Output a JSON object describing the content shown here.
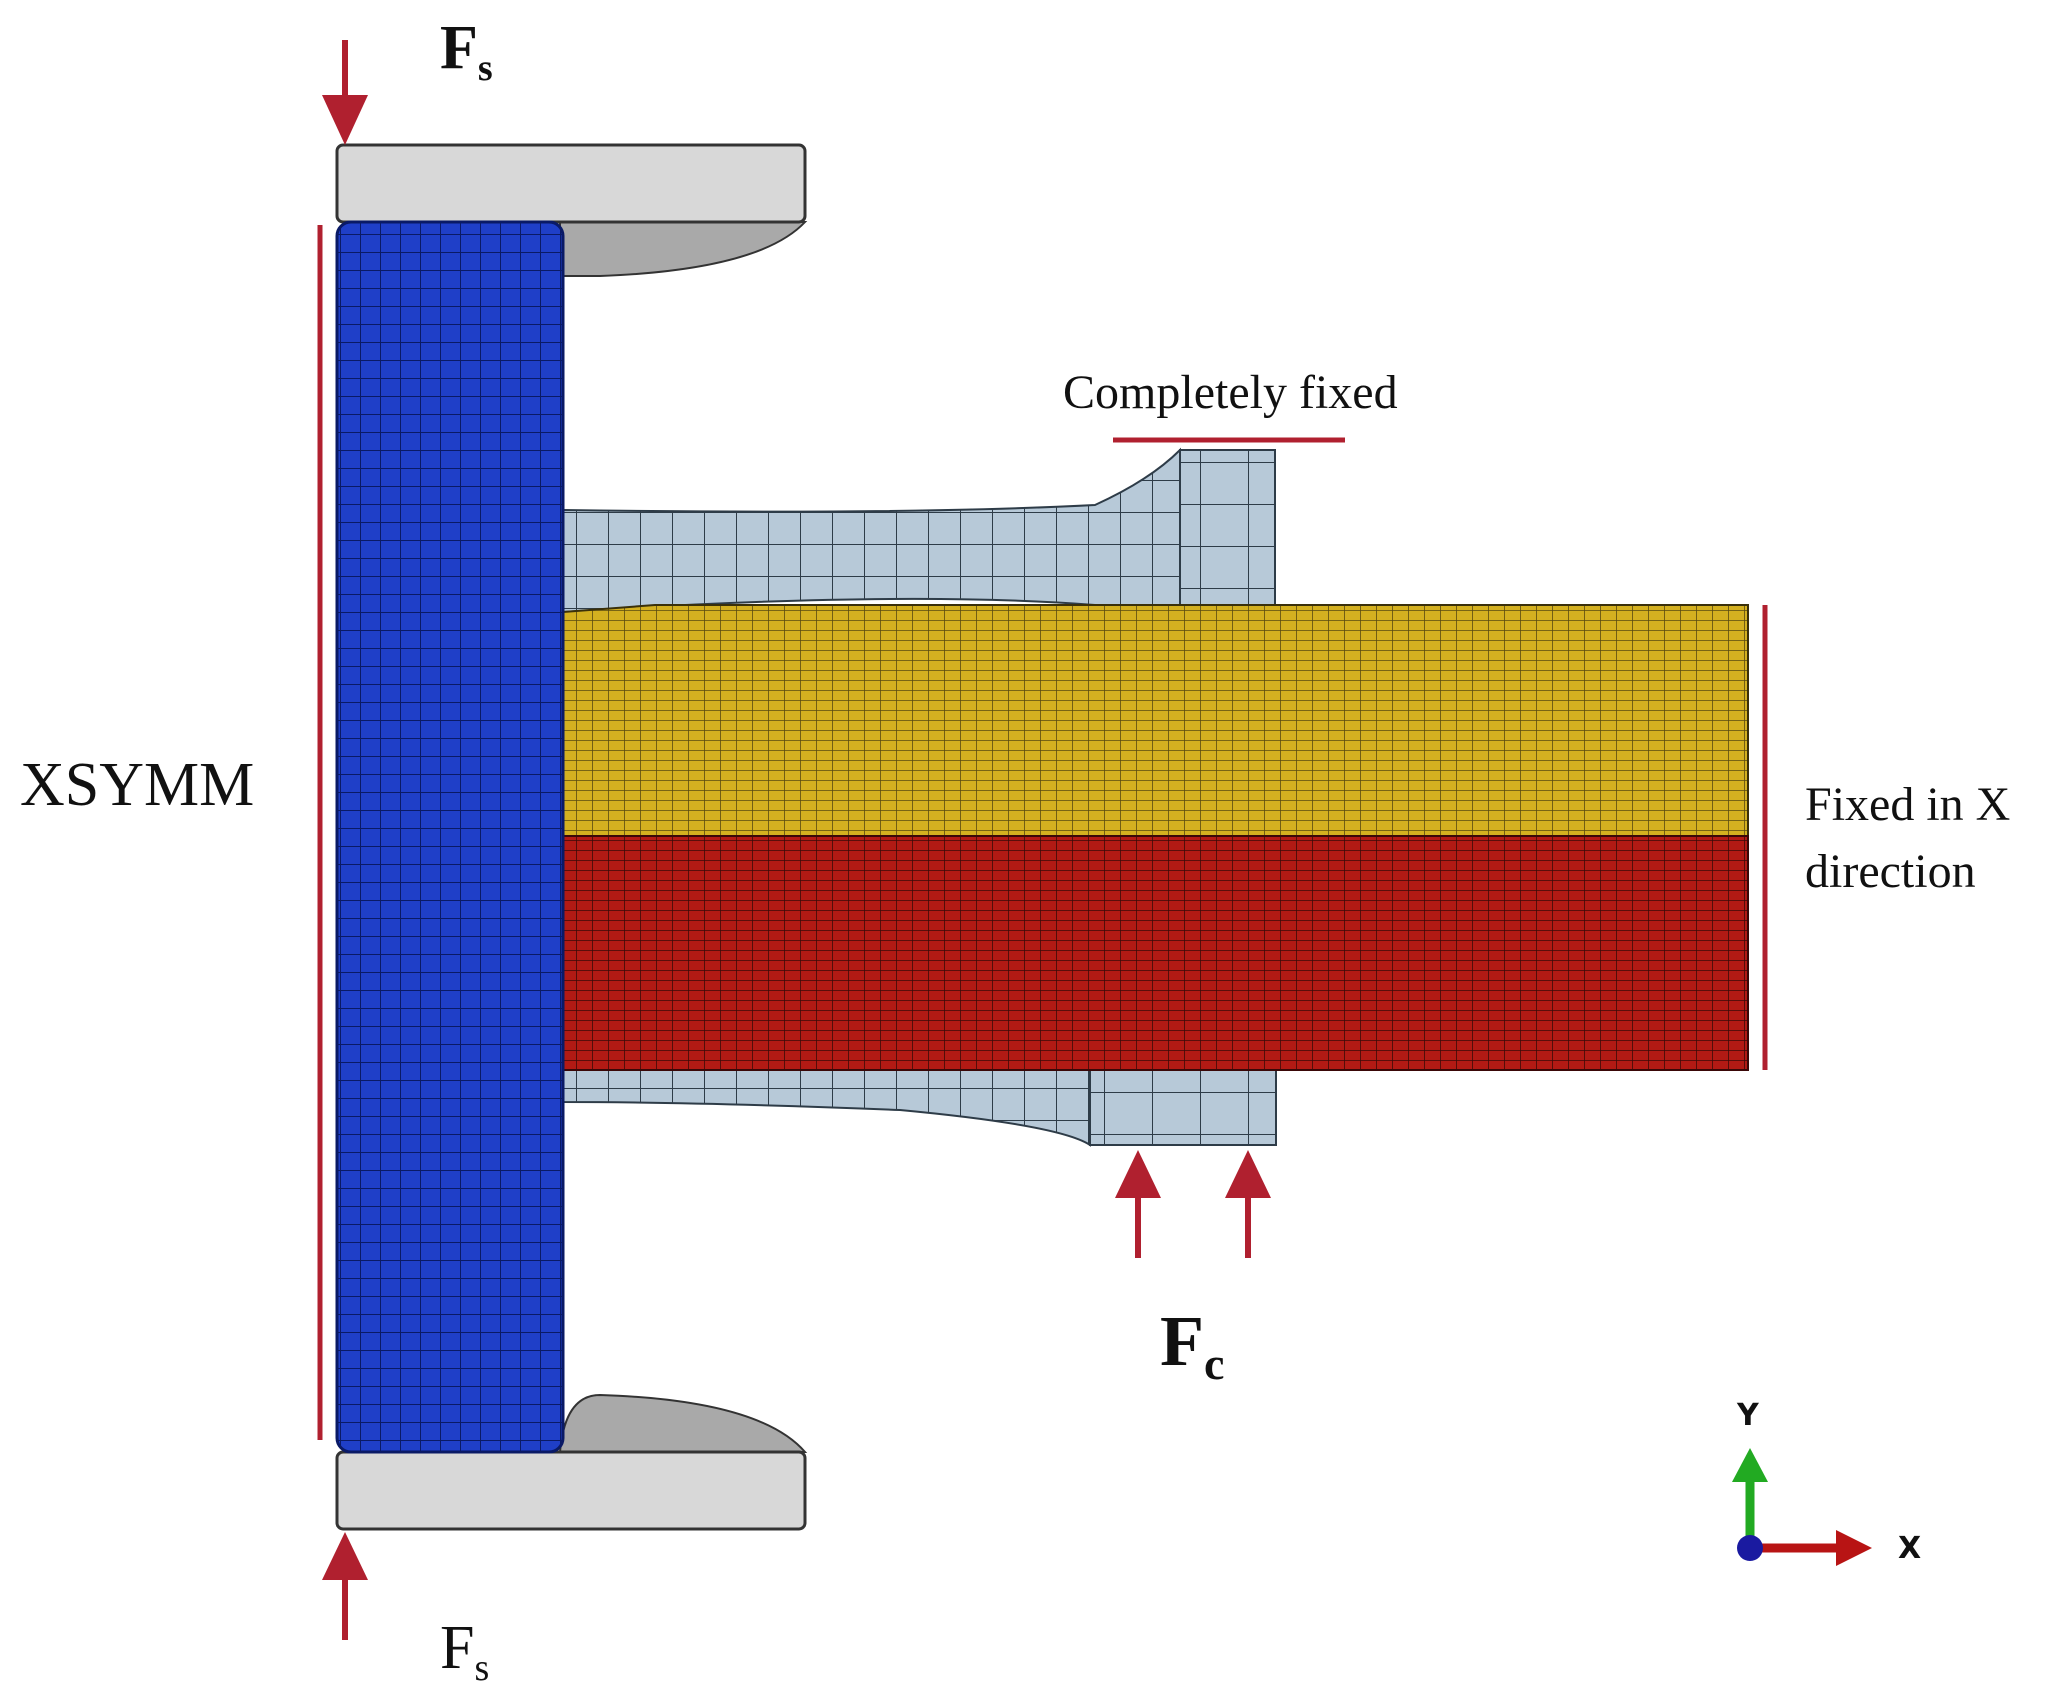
{
  "labels": {
    "fs_top": "F",
    "fs_top_sub": "s",
    "fs_bottom": "F",
    "fs_bottom_sub": "s",
    "fc": "F",
    "fc_sub": "c",
    "xsymm": "XSYMM",
    "completely_fixed": "Completely fixed",
    "fixed_x_line1": "Fixed in X",
    "fixed_x_line2": "direction",
    "axis_y": "Y",
    "axis_x": "X"
  },
  "colors": {
    "boundary_red": "#b0202f",
    "blue_mesh": "#1f3fc8",
    "yellow_mesh": "#d4b020",
    "red_mesh": "#b21a14",
    "steel_mesh": "#b7c9d8",
    "plate_gray": "#d8d8d8",
    "curve_gray": "#a9a9a9",
    "axis_y_green": "#22aa22",
    "axis_x_red": "#b81414",
    "axis_z_blue": "#1a1aa0"
  }
}
